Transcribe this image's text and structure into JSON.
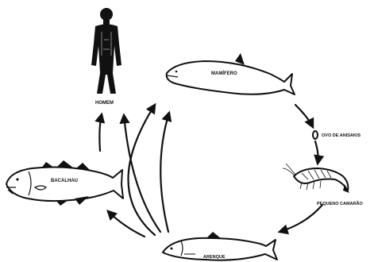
{
  "labels": {
    "homem": "HOMEM",
    "mamifero": "MAMÍFERO",
    "ovo": "OVO DE ANISAKIS",
    "camarao": "PEQUENO CAMARÃO",
    "arenque": "ARENQUE",
    "bacalhau": "BACALHAU"
  },
  "icons": {
    "human": "human-figure-icon",
    "mammal": "whale-icon",
    "egg": "egg-icon",
    "shrimp": "shrimp-icon",
    "herring": "herring-fish-icon",
    "cod": "cod-fish-icon"
  },
  "colors": {
    "ink": "#111111",
    "background": "#ffffff"
  }
}
